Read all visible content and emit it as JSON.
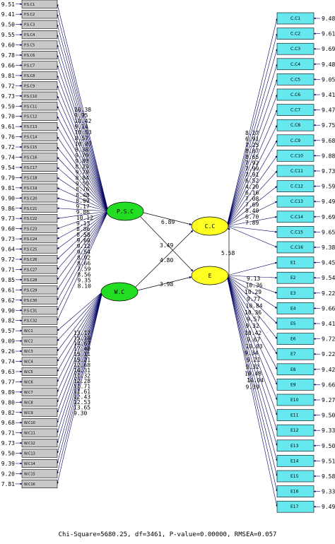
{
  "left_indicators": {
    "psc_items": [
      {
        "label": "P.S.C1",
        "error": "9.51"
      },
      {
        "label": "P.S.C2",
        "error": "9.41"
      },
      {
        "label": "P.S.C3",
        "error": "9.50"
      },
      {
        "label": "P.S.C4",
        "error": "9.55"
      },
      {
        "label": "P.S.C5",
        "error": "9.60"
      },
      {
        "label": "P.S.C6",
        "error": "9.78"
      },
      {
        "label": "P.S.C7",
        "error": "9.66"
      },
      {
        "label": "P.S.C8",
        "error": "9.81"
      },
      {
        "label": "P.S.C9",
        "error": "9.72"
      },
      {
        "label": "P.S.C10",
        "error": "9.73"
      },
      {
        "label": "P.S.C11",
        "error": "9.59"
      },
      {
        "label": "P.S.C12",
        "error": "9.70"
      },
      {
        "label": "P.S.C13",
        "error": "9.61"
      },
      {
        "label": "P.S.C14",
        "error": "9.76"
      },
      {
        "label": "P.S.C15",
        "error": "9.72"
      },
      {
        "label": "P.S.C16",
        "error": "9.74"
      },
      {
        "label": "P.S.C17",
        "error": "9.54"
      },
      {
        "label": "P.S.C18",
        "error": "9.79"
      },
      {
        "label": "P.S.C19",
        "error": "9.81"
      },
      {
        "label": "P.S.C20",
        "error": "9.90"
      },
      {
        "label": "P.S.C21",
        "error": "9.86"
      },
      {
        "label": "P.S.C22",
        "error": "9.73"
      },
      {
        "label": "P.S.C23",
        "error": "9.60"
      },
      {
        "label": "P.S.C24",
        "error": "9.73"
      },
      {
        "label": "P.S.C25",
        "error": "9.64"
      },
      {
        "label": "P.S.C26",
        "error": "9.72"
      },
      {
        "label": "P.S.C27",
        "error": "9.71"
      },
      {
        "label": "P.S.C28",
        "error": "9.85"
      },
      {
        "label": "P.S.C29",
        "error": "9.61"
      },
      {
        "label": "P.S.C30",
        "error": "9.62"
      },
      {
        "label": "P.S.C31",
        "error": "9.90"
      },
      {
        "label": "P.S.C32",
        "error": "9.82"
      }
    ],
    "psc_loadings": [
      "10.38",
      "9.95",
      "10.42",
      "9.14",
      "10.03",
      "8.57",
      "10.07",
      "8.38",
      "9.70",
      "9.80",
      "8.29",
      "9.70",
      "8.84",
      "9.55",
      "8.76",
      "8.48",
      "8.99",
      "9.17",
      "9.86",
      "10.12",
      "9.13",
      "8.86",
      "8.58",
      "9.60",
      "9.12",
      "9.54",
      "8.92",
      "8.66",
      "7.59",
      "8.56",
      "9.35",
      "8.10"
    ],
    "wc_items": [
      {
        "label": "W.C1",
        "error": "9.57"
      },
      {
        "label": "W.C2",
        "error": "9.09"
      },
      {
        "label": "W.C3",
        "error": "9.26"
      },
      {
        "label": "W.C4",
        "error": "9.74"
      },
      {
        "label": "W.C5",
        "error": "9.63"
      },
      {
        "label": "W.C6",
        "error": "9.77"
      },
      {
        "label": "W.C7",
        "error": "9.89"
      },
      {
        "label": "W.C8",
        "error": "9.80"
      },
      {
        "label": "W.C9",
        "error": "9.82"
      },
      {
        "label": "W.C10",
        "error": "9.68"
      },
      {
        "label": "W.C11",
        "error": "9.71"
      },
      {
        "label": "W.C12",
        "error": "9.73"
      },
      {
        "label": "W.C13",
        "error": "9.50"
      },
      {
        "label": "W.C14",
        "error": "9.39"
      },
      {
        "label": "W.C15",
        "error": "9.20"
      },
      {
        "label": "W.C16",
        "error": "7.81"
      }
    ],
    "wc_loadings": [
      "13.17",
      "15.10",
      "14.67",
      "17.40",
      "15.11",
      "15.21",
      "12.68",
      "14.31",
      "11.32",
      "12.28",
      "11.71",
      "11.61",
      "12.43",
      "12.53",
      "13.65",
      "9.30"
    ]
  },
  "latent": {
    "psc": "P.S.C",
    "wc": "W.C",
    "cc": "C.C",
    "e": "E"
  },
  "structural_paths": {
    "psc_cc": "6.89",
    "psc_e": "3.49",
    "wc_cc": "4.80",
    "wc_e": "3.98",
    "e_cc": "5.58"
  },
  "right_indicators": {
    "cc_items": [
      {
        "label": "C.C1",
        "error": "9.48"
      },
      {
        "label": "C.C2",
        "error": "9.61"
      },
      {
        "label": "C.C3",
        "error": "9.69"
      },
      {
        "label": "C.C4",
        "error": "9.48"
      },
      {
        "label": "C.C5",
        "error": "9.05"
      },
      {
        "label": "C.C6",
        "error": "9.41"
      },
      {
        "label": "C.C7",
        "error": "9.47"
      },
      {
        "label": "C.C8",
        "error": "9.75"
      },
      {
        "label": "C.C9",
        "error": "9.68"
      },
      {
        "label": "C.C10",
        "error": "9.88"
      },
      {
        "label": "C.C11",
        "error": "9.73"
      },
      {
        "label": "C.C12",
        "error": "9.59"
      },
      {
        "label": "C.C13",
        "error": "9.49"
      },
      {
        "label": "C.C14",
        "error": "9.69"
      },
      {
        "label": "C.C15",
        "error": "9.65"
      },
      {
        "label": "C.C16",
        "error": "9.38"
      }
    ],
    "cc_loadings": [
      "8.27",
      "6.91",
      "7.25",
      "8.87",
      "8.65",
      "7.92",
      "7.99",
      "7.91",
      "6.52",
      "4.20",
      "6.16",
      "7.08",
      "7.69",
      "8.40",
      "6.70",
      "7.89"
    ],
    "e_items": [
      {
        "label": "E1",
        "error": "9.45"
      },
      {
        "label": "E2",
        "error": "9.54"
      },
      {
        "label": "E3",
        "error": "9.22"
      },
      {
        "label": "E4",
        "error": "9.66"
      },
      {
        "label": "E5",
        "error": "9.41"
      },
      {
        "label": "E6",
        "error": "9.72"
      },
      {
        "label": "E7",
        "error": "9.22"
      },
      {
        "label": "E8",
        "error": "9.42"
      },
      {
        "label": "E9",
        "error": "9.66"
      },
      {
        "label": "E10",
        "error": "9.27"
      },
      {
        "label": "E11",
        "error": "9.50"
      },
      {
        "label": "E12",
        "error": "9.33"
      },
      {
        "label": "E13",
        "error": "9.50"
      },
      {
        "label": "E14",
        "error": "9.51"
      },
      {
        "label": "E15",
        "error": "9.58"
      },
      {
        "label": "E16",
        "error": "9.33"
      },
      {
        "label": "E17",
        "error": "9.49"
      }
    ],
    "e_loadings": [
      "9.13",
      "10.36",
      "10.29",
      "9.77",
      "10.84",
      "10.36",
      "9.57",
      "9.32",
      "10.42",
      "9.67",
      "10.03",
      "9.34",
      "9.21",
      "9.32",
      "10.48",
      "10.04",
      "9.39"
    ]
  },
  "fit_statistics": "Chi-Square=5680.25, df=3461, P-value=0.00000, RMSEA=0.057",
  "colors": {
    "left_box_fill": "#c8c8c8",
    "right_box_fill": "#66e8ee",
    "exogenous_fill": "#22dd22",
    "endogenous_fill": "#ffff22",
    "arrow_color": "#000060"
  }
}
